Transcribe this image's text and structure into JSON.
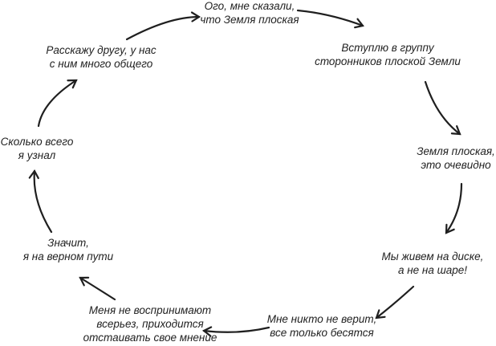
{
  "colors": {
    "ink": "#1f1f1f",
    "background": "#ffffff"
  },
  "diagram": {
    "type": "cycle",
    "nodes": [
      {
        "id": "heard-earth-is-flat",
        "lines": [
          "Ого, мне сказали,",
          "что Земля плоская"
        ]
      },
      {
        "id": "join-flat-earth-group",
        "lines": [
          "Вступлю в группу",
          "сторонников плоской Земли"
        ]
      },
      {
        "id": "earth-flat-obvious",
        "lines": [
          "Земля плоская,",
          "это очевидно"
        ]
      },
      {
        "id": "we-live-on-disk",
        "lines": [
          "Мы живем на диске,",
          "а не на шаре!"
        ]
      },
      {
        "id": "nobody-believes-me",
        "lines": [
          "Мне никто не верит,",
          "все только бесятся"
        ]
      },
      {
        "id": "not-taken-seriously",
        "lines": [
          "Меня не воспринимают",
          "всерьез, приходится",
          "отстаивать свое мнение"
        ]
      },
      {
        "id": "on-right-path",
        "lines": [
          "Значит,",
          "я на верном пути"
        ]
      },
      {
        "id": "learned-so-much",
        "lines": [
          "Сколько всего",
          "я узнал"
        ]
      },
      {
        "id": "tell-friend",
        "lines": [
          "Расскажу другу, у нас",
          "с ним много общего"
        ]
      }
    ],
    "flow": [
      "heard-earth-is-flat",
      "join-flat-earth-group",
      "earth-flat-obvious",
      "we-live-on-disk",
      "nobody-believes-me",
      "not-taken-seriously",
      "on-right-path",
      "learned-so-much",
      "tell-friend",
      "heard-earth-is-flat"
    ]
  }
}
